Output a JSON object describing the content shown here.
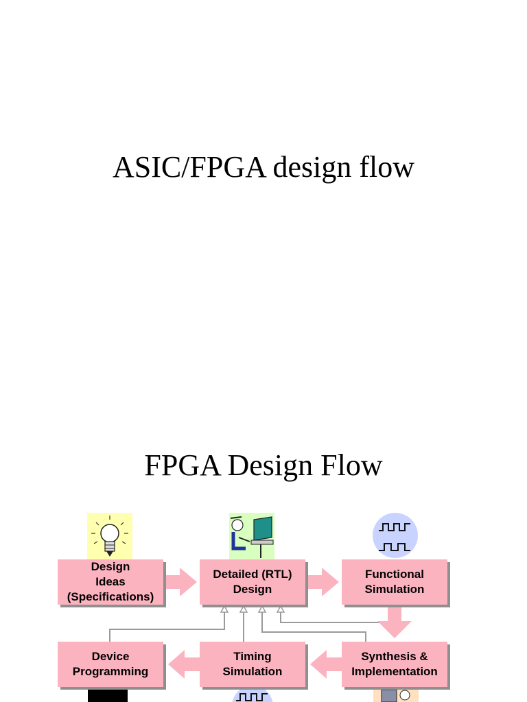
{
  "slides": [
    {
      "title": "ASIC/FPGA design flow"
    },
    {
      "title": "FPGA Design Flow"
    }
  ],
  "flow": {
    "boxes": {
      "design_ideas": "Design\nIdeas\n(Specifications)",
      "rtl_design": "Detailed (RTL)\nDesign",
      "functional_simulation": "Functional\nSimulation",
      "device_programming": "Device\nProgramming",
      "timing_simulation": "Timing\nSimulation",
      "synthesis_implementation": "Synthesis &\nImplementation"
    },
    "icons": [
      "lightbulb-icon",
      "engineer-at-computer-icon",
      "waveform-icon",
      "waveform-icon",
      "workstation-icon",
      "chip-icon"
    ],
    "colors": {
      "box_fill": "#fcb3c0",
      "box_shadow": "#8f8f8f",
      "arrow_fill": "#fcb3c0",
      "connector": "#9a9a9a",
      "lightbulb_bg": "#ffffb0",
      "engineer_bg": "#d8ffc0",
      "waveform_bg": "#c8d4ff"
    }
  }
}
